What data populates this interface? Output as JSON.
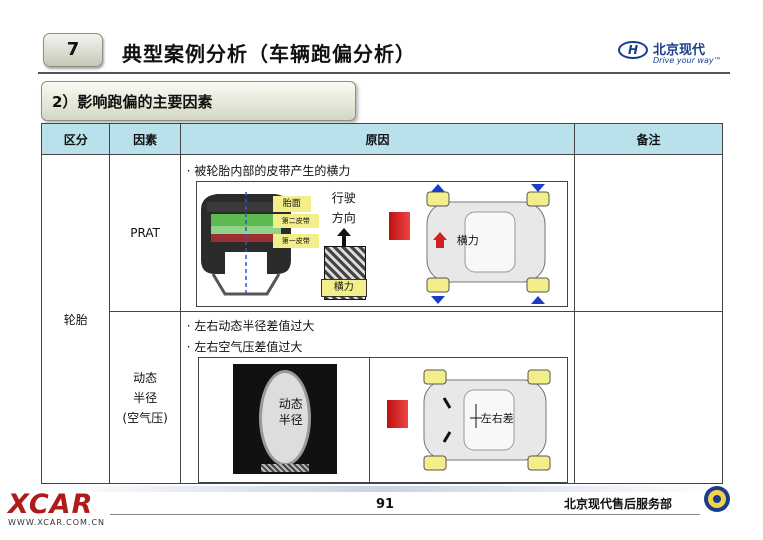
{
  "header": {
    "slide_number": "7",
    "title": "典型案例分析（车辆跑偏分析）",
    "logo_brand": "北京现代",
    "logo_slogan": "Drive your way™"
  },
  "section": {
    "title": "2）影响跑偏的主要因素"
  },
  "table": {
    "headers": [
      "区分",
      "因素",
      "原因",
      "备注"
    ],
    "category": "轮胎",
    "rows": [
      {
        "factor": "PRAT",
        "reasons": [
          "· 被轮胎内部的皮带产生的横力"
        ],
        "figure_labels": {
          "tread": "胎面",
          "belt2": "第二皮带",
          "belt1": "第一皮带",
          "direction": "行驶\n方向",
          "lateral_small": "横力",
          "lateral_car": "横力"
        }
      },
      {
        "factor": "动态\n半径\n(空气压)",
        "reasons": [
          "· 左右动态半径差值过大",
          "· 左右空气压差值过大"
        ],
        "figure_labels": {
          "dyn_radius": "动态\n半径",
          "lr_diff": "左右差"
        }
      }
    ]
  },
  "footer": {
    "watermark": "XCAR",
    "watermark_url": "WWW.XCAR.COM.CN",
    "page": "91",
    "department": "北京现代售后服务部"
  },
  "colors": {
    "header_bg": "#b9e1ec",
    "accent_blue": "#1b3c8c",
    "xcar_red": "#b01a1a",
    "tire_yellow": "#f2ef8a",
    "belt_green": "#5cba4f"
  }
}
